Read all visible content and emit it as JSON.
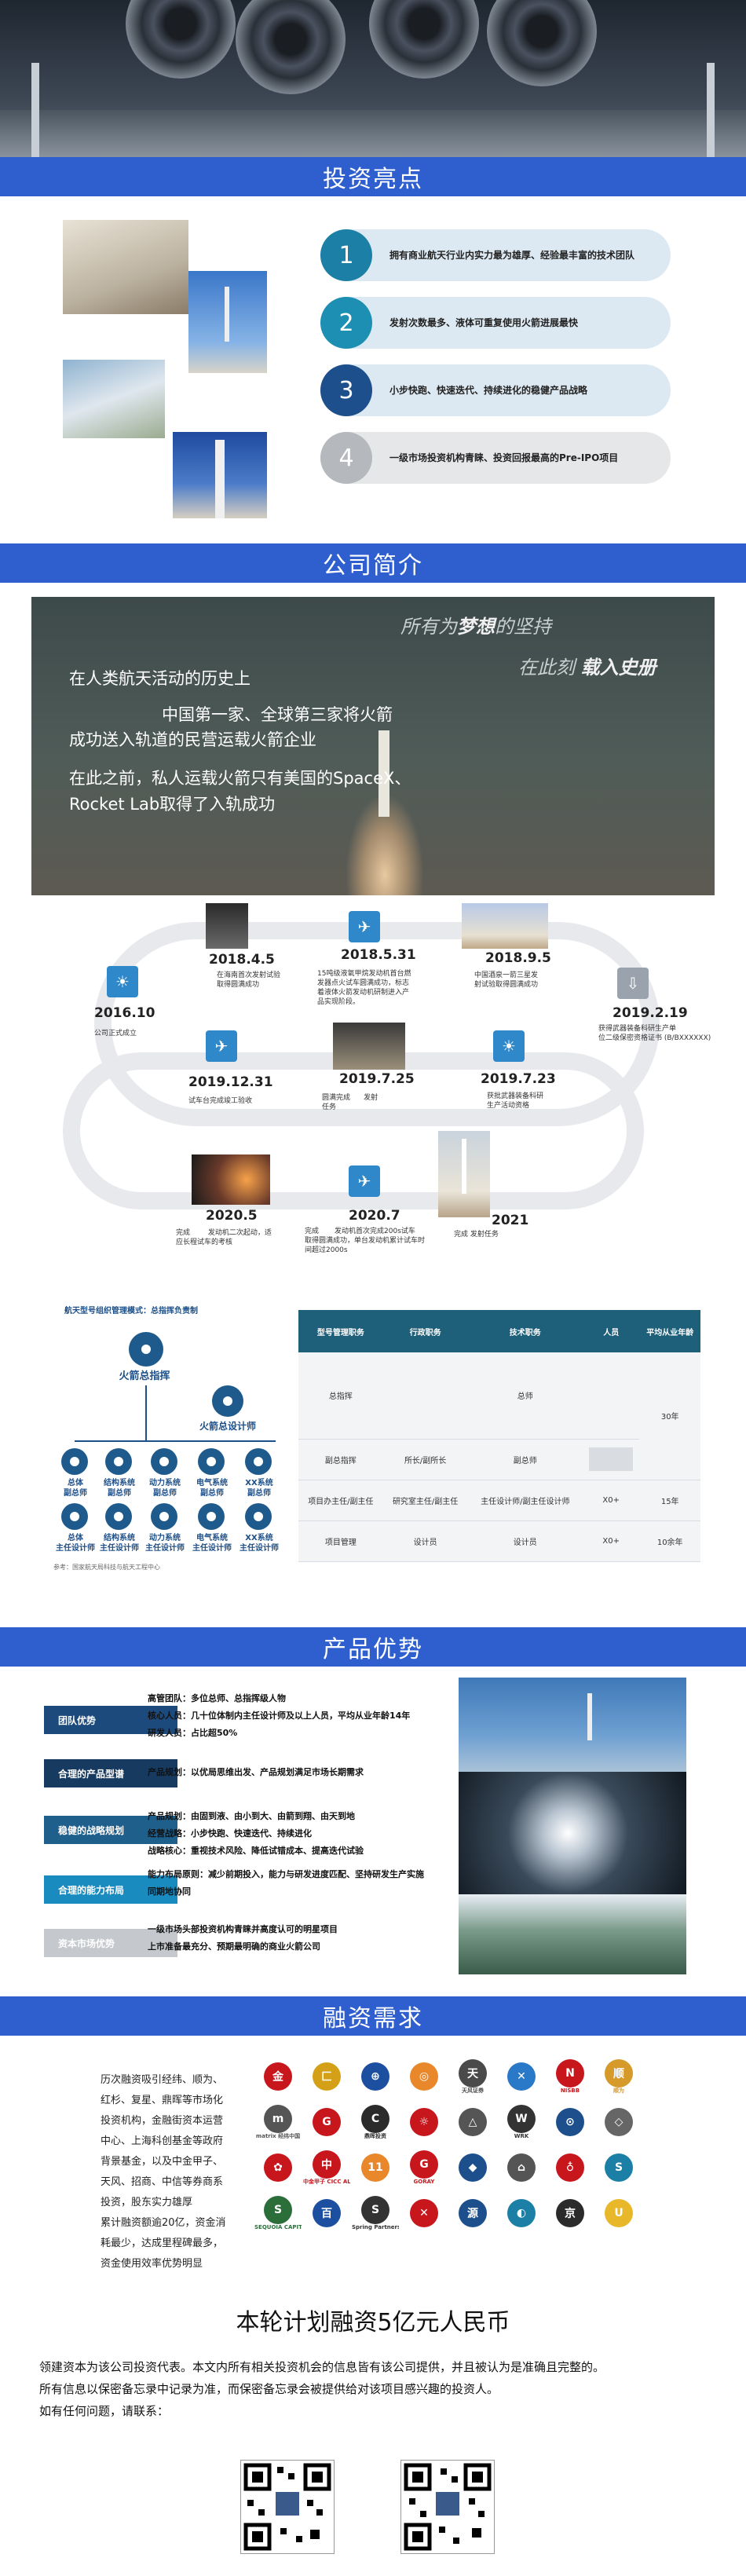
{
  "sections": {
    "highlights": "投资亮点",
    "company": "公司简介",
    "product": "产品优势",
    "finance": "融资需求"
  },
  "highlights": [
    {
      "num": "1",
      "text": "拥有商业航天行业内实力最为雄厚、经验最丰富的技术团队",
      "color": "#1c7fa6"
    },
    {
      "num": "2",
      "text": "发射次数最多、液体可重复使用火箭进展最快",
      "color": "#1c8fb3"
    },
    {
      "num": "3",
      "text": "小步快跑、快速迭代、持续进化的稳健产品战略",
      "color": "#1d4f8c"
    },
    {
      "num": "4",
      "text": "一级市场投资机构青睐、投资回报最高的Pre-IPO项目",
      "color": "#b5b8bc"
    }
  ],
  "intro": {
    "slogan1": "所有为",
    "slogan1b": "梦想",
    "slogan1c": "的坚持",
    "slogan2": "在此刻",
    "slogan2b": "载入史册",
    "line1": "在人类航天活动的历史上",
    "line2": "中国第一家、全球第三家将火箭",
    "line3": "成功送入轨道的民营运载火箭企业",
    "line4": "在此之前，私人运载火箭只有美国的SpaceX、",
    "line5": "Rocket Lab取得了入轨成功"
  },
  "timeline": [
    {
      "date": "2016.10",
      "desc": "公司正式成立"
    },
    {
      "date": "2018.4.5",
      "desc": "在海南首次发射试验\n取得圆满成功"
    },
    {
      "date": "2018.5.31",
      "desc": "15吨级液氧甲烷发动机首台燃\n发器点火试车圆满成功，标志\n着液体火箭发动机研制进入产\n品实现阶段。"
    },
    {
      "date": "2018.9.5",
      "desc": "中国酒泉一箭三星发\n射试验取得圆满成功"
    },
    {
      "date": "2019.2.19",
      "desc": "获得武器装备科研生产单\n位二级保密资格证书 (B/BXXXXXX)"
    },
    {
      "date": "2019.12.31",
      "desc": "试车台完成竣工验收"
    },
    {
      "date": "2019.7.25",
      "desc": "圆满完成      发射\n任务"
    },
    {
      "date": "2019.7.23",
      "desc": "获批武器装备科研\n生产活动资格"
    },
    {
      "date": "2020.5",
      "desc": "完成        发动机二次起动，适\n应长程试车的考核"
    },
    {
      "date": "2020.7",
      "desc": "完成       发动机首次完成200s试车\n取得圆满成功，单台发动机累计试车时\n间超过2000s"
    },
    {
      "date": "2021",
      "desc": "完成          发射任务"
    }
  ],
  "org": {
    "title": "航天型号组织管理模式：总指挥负责制",
    "chief": "火箭总指挥",
    "designer": "火箭总设计师",
    "subs": [
      "总体\n副总师",
      "结构系统\n副总师",
      "动力系统\n副总师",
      "电气系统\n副总师",
      "XX系统\n副总师"
    ],
    "subs2": [
      "总体\n主任设计师",
      "结构系统\n主任设计师",
      "动力系统\n主任设计师",
      "电气系统\n主任设计师",
      "XX系统\n主任设计师"
    ],
    "source": "参考：国家航天局科技与航天工程中心"
  },
  "org_table": {
    "headers": [
      "型号管理职务",
      "行政职务",
      "技术职务",
      "人员",
      "平均从业年龄"
    ],
    "rows": [
      [
        "总指挥",
        "",
        "总师",
        "",
        "30年"
      ],
      [
        "副总指挥",
        "所长/副所长",
        "副总师",
        "",
        ""
      ],
      [
        "项目办主任/副主任",
        "研究室主任/副主任",
        "主任设计师/副主任设计师",
        "X0+",
        "15年"
      ],
      [
        "项目管理",
        "设计员",
        "设计员",
        "X0+",
        "10余年"
      ]
    ]
  },
  "advantages": [
    {
      "tag": "团队优势",
      "color": "#1d4a7c",
      "lines": [
        "高管团队：多位总师、总指挥级人物",
        "核心人员：几十位体制内主任设计师及以上人员，平均从业年龄14年",
        "研发人员：占比超50%"
      ]
    },
    {
      "tag": "合理的产品型谱",
      "color": "#173a60",
      "lines": [
        "产品规划：以优局思维出发、产品规划满足市场长期需求"
      ]
    },
    {
      "tag": "稳健的战略规划",
      "color": "#1e5f8c",
      "lines": [
        "产品规划：由固到液、由小到大、由箭到翔、由天到地",
        "经营战略：小步快跑、快速迭代、持续进化",
        "战略核心：重视技术风险、降低试错成本、提高迭代试验"
      ]
    },
    {
      "tag": "合理的能力布局",
      "color": "#1a8bbf",
      "lines": [
        "能力布局原则：减少前期投入，能力与研发进度匹配、坚持研发生产实施同期地协同"
      ]
    },
    {
      "tag": "资本市场优势",
      "color": "#c5c9ce",
      "lines": [
        "一级市场头部投资机构青睐并高度认可的明星项目",
        "上市准备最充分、预期最明确的商业火箭公司"
      ]
    }
  ],
  "finance": {
    "desc": [
      "历次融资吸引经纬、顺为、",
      "红杉、复星、鼎晖等市场化",
      "投资机构，金融街资本运营",
      "中心、上海科创基金等政府",
      "背景基金，以及中金甲子、",
      "天风、招商、中信等券商系",
      "投资，股东实力雄厚",
      "累计融资额逾20亿，资金消",
      "耗最少，达成里程碑最多，",
      "资金使用效率优势明显"
    ],
    "headline": "本轮计划融资5亿元人民币",
    "note1": "领建资本为该公司投资代表。本文内所有相关投资机会的信息皆有该公司提供，并且被认为是准确且完整的。",
    "note2": "所有信息以保密备忘录中记录为准，而保密备忘录会被提供给对该项目感兴趣的投资人。",
    "note3": "如有任何问题，请联系："
  },
  "logos": [
    {
      "label": "",
      "mark": "金",
      "color": "#c8161d"
    },
    {
      "label": "",
      "mark": "匚",
      "color": "#d4a017"
    },
    {
      "label": "",
      "mark": "⊕",
      "color": "#1c4fa0"
    },
    {
      "label": "",
      "mark": "◎",
      "color": "#e8882a"
    },
    {
      "label": "天风证券",
      "mark": "天",
      "color": "#4a4a4a"
    },
    {
      "label": "",
      "mark": "✕",
      "color": "#2a79c9"
    },
    {
      "label": "NISBB",
      "mark": "N",
      "color": "#c8161d"
    },
    {
      "label": "顺为",
      "mark": "顺",
      "color": "#d69a2a"
    },
    {
      "label": "matrix 经纬中国",
      "mark": "m",
      "color": "#555555"
    },
    {
      "label": "",
      "mark": "G",
      "color": "#c8161d"
    },
    {
      "label": "鼎晖投资",
      "mark": "C",
      "color": "#2b2b2b"
    },
    {
      "label": "",
      "mark": "☼",
      "color": "#c8161d"
    },
    {
      "label": "",
      "mark": "△",
      "color": "#555555"
    },
    {
      "label": "WRK",
      "mark": "W",
      "color": "#333333"
    },
    {
      "label": "",
      "mark": "⊙",
      "color": "#1d4f8c"
    },
    {
      "label": "",
      "mark": "◇",
      "color": "#666666"
    },
    {
      "label": "",
      "mark": "✿",
      "color": "#c8161d"
    },
    {
      "label": "中金甲子 CICC ALPHA",
      "mark": "中",
      "color": "#c8161d"
    },
    {
      "label": "",
      "mark": "11",
      "color": "#e8882a"
    },
    {
      "label": "GORAY",
      "mark": "G",
      "color": "#c8161d"
    },
    {
      "label": "",
      "mark": "◆",
      "color": "#1d4f8c"
    },
    {
      "label": "",
      "mark": "⌂",
      "color": "#555555"
    },
    {
      "label": "",
      "mark": "♁",
      "color": "#c8161d"
    },
    {
      "label": "",
      "mark": "S",
      "color": "#1c7fa6"
    },
    {
      "label": "SEQUOIA CAPITAL",
      "mark": "S",
      "color": "#2b6e3a"
    },
    {
      "label": "",
      "mark": "百",
      "color": "#1c4fa0"
    },
    {
      "label": "Spring Partners",
      "mark": "S",
      "color": "#333333"
    },
    {
      "label": "",
      "mark": "✕",
      "color": "#c8161d"
    },
    {
      "label": "",
      "mark": "源",
      "color": "#1d4f8c"
    },
    {
      "label": "",
      "mark": "◐",
      "color": "#1c7fa6"
    },
    {
      "label": "",
      "mark": "京",
      "color": "#2b2b2b"
    },
    {
      "label": "",
      "mark": "U",
      "color": "#e8b82a"
    }
  ]
}
